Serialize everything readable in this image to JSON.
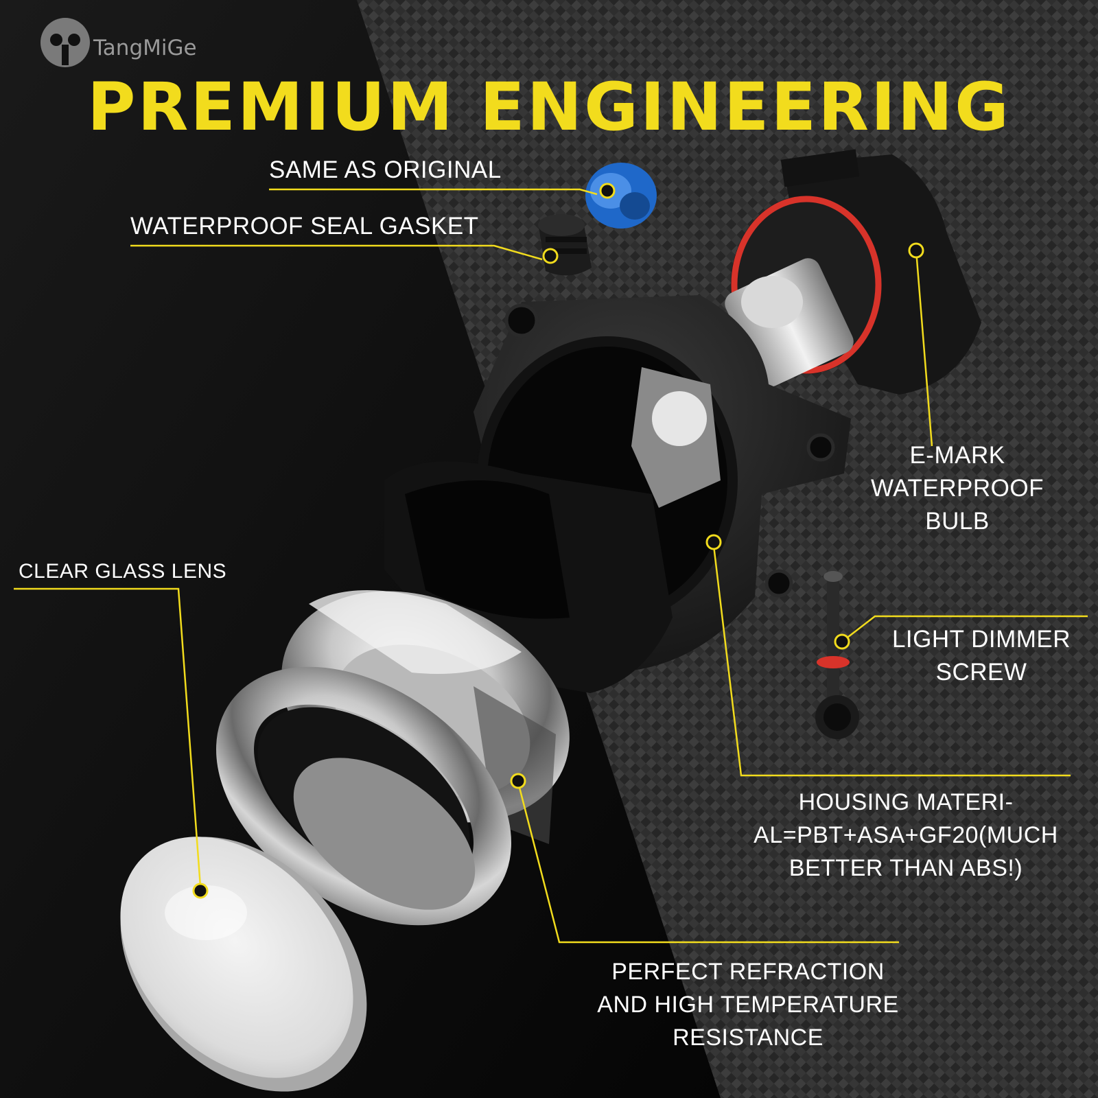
{
  "brand": {
    "name": "TangMiGe"
  },
  "title": "PREMIUM ENGINEERING",
  "colors": {
    "accent": "#f2dc1d",
    "text": "#ffffff",
    "background_dark": "#0e0e0e",
    "background_carbon": "#3a3a3a",
    "cap_blue": "#1f68c9",
    "seal_red": "#d8332a"
  },
  "callouts": {
    "same_as_original": "SAME AS ORIGINAL",
    "waterproof_seal_gasket": "WATERPROOF SEAL GASKET",
    "emark_bulb": [
      "E-MARK",
      "WATERPROOF",
      "BULB"
    ],
    "clear_glass_lens": "CLEAR GLASS LENS",
    "light_dimmer_screw": [
      "LIGHT DIMMER",
      "SCREW"
    ],
    "housing_material": [
      "HOUSING MATERI-",
      "AL=PBT+ASA+GF20(MUCH",
      "BETTER THAN ABS!)"
    ],
    "perfect_refraction": [
      "PERFECT REFRACTION",
      "AND HIGH TEMPERATURE",
      "RESISTANCE"
    ]
  },
  "icons": {
    "logo": "brand-logo-icon"
  }
}
